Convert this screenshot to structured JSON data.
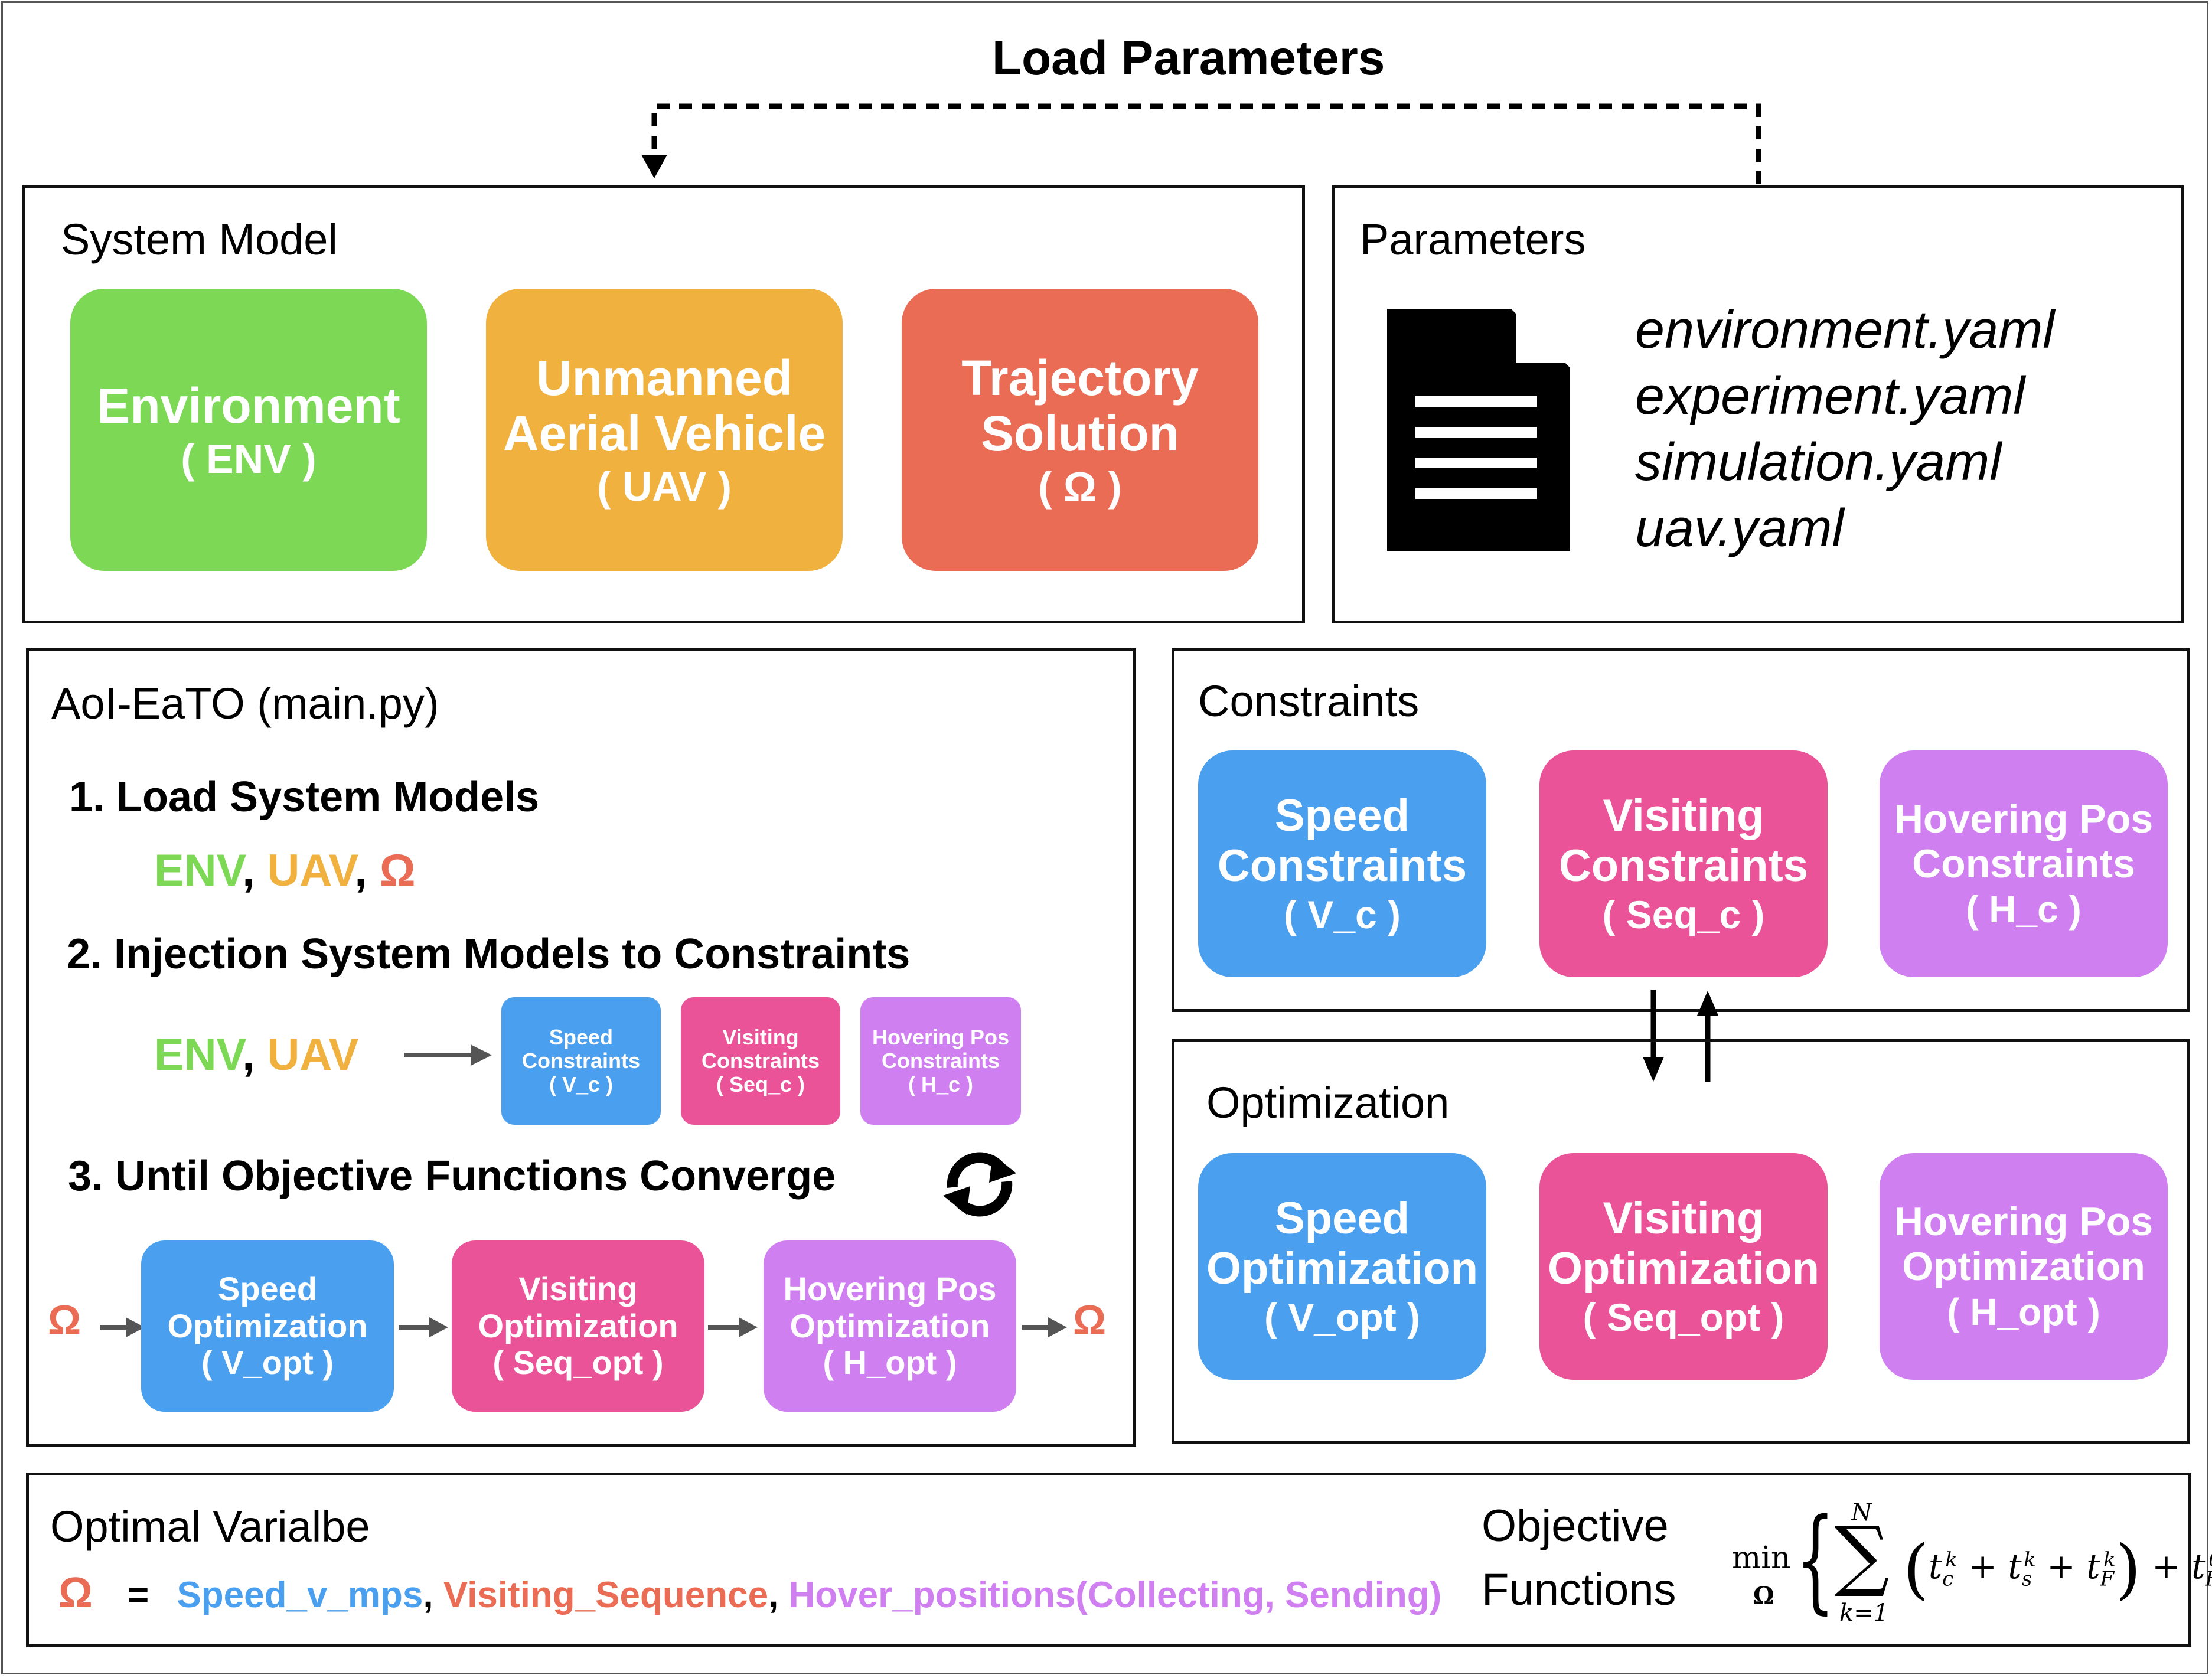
{
  "title": "Load Parameters",
  "system_model": {
    "title": "System Model",
    "environment": {
      "line1": "Environment",
      "line2": "( ENV )"
    },
    "uav": {
      "line1": "Unmanned",
      "line2": "Aerial Vehicle",
      "line3": "( UAV )"
    },
    "trajectory": {
      "line1": "Trajectory",
      "line2": "Solution",
      "line3": "( Ω )"
    }
  },
  "parameters": {
    "title": "Parameters",
    "files": [
      "environment.yaml",
      "experiment.yaml",
      "simulation.yaml",
      "uav.yaml"
    ]
  },
  "main": {
    "title": "AoI-EaTO (main.py)",
    "step1": "1.  Load System Models",
    "step1_items": {
      "env": "ENV",
      "uav": "UAV",
      "omega": "Ω",
      "sep": ","
    },
    "step2": "2.  Injection System Models to Constraints",
    "step2_items": {
      "env": "ENV",
      "uav": "UAV",
      "sep": ","
    },
    "step2_boxes": [
      {
        "line1": "Speed",
        "line2": "Constraints",
        "line3": "( V_c )"
      },
      {
        "line1": "Visiting",
        "line2": "Constraints",
        "line3": "( Seq_c )"
      },
      {
        "line1": "Hovering Pos",
        "line2": "Constraints",
        "line3": "( H_c )"
      }
    ],
    "step3": "3.  Until Objective Functions Converge",
    "step3_omega_in": "Ω",
    "step3_omega_out": "Ω",
    "step3_boxes": [
      {
        "line1": "Speed",
        "line2": "Optimization",
        "line3": "( V_opt )"
      },
      {
        "line1": "Visiting",
        "line2": "Optimization",
        "line3": "( Seq_opt )"
      },
      {
        "line1": "Hovering Pos",
        "line2": "Optimization",
        "line3": "( H_opt )"
      }
    ]
  },
  "constraints": {
    "title": "Constraints",
    "boxes": [
      {
        "line1": "Speed",
        "line2": "Constraints",
        "line3": "( V_c )"
      },
      {
        "line1": "Visiting",
        "line2": "Constraints",
        "line3": "( Seq_c )"
      },
      {
        "line1": "Hovering Pos",
        "line2": "Constraints",
        "line3": "( H_c )"
      }
    ]
  },
  "optimization": {
    "title": "Optimization",
    "boxes": [
      {
        "line1": "Speed",
        "line2": "Optimization",
        "line3": "( V_opt )"
      },
      {
        "line1": "Visiting",
        "line2": "Optimization",
        "line3": "( Seq_opt )"
      },
      {
        "line1": "Hovering Pos",
        "line2": "Optimization",
        "line3": "( H_opt )"
      }
    ]
  },
  "optimal_variable": {
    "title": "Optimal Varialbe",
    "omega": "Ω",
    "equals": "=",
    "speed": "Speed_v_mps",
    "visiting": "Visiting_Sequence",
    "hover": "Hover_positions(Collecting, Sending)",
    "comma": ","
  },
  "objective": {
    "line1": "Objective",
    "line2": "Functions",
    "min": "min",
    "min_sub": "Ω",
    "sum_upper": "N",
    "sum_lower": "k=1"
  },
  "colors": {
    "green": "#7dd955",
    "orange": "#f0b13f",
    "red": "#ea6c55",
    "blue": "#4aa0ef",
    "pink": "#ea5398",
    "violet": "#cf7ff0"
  }
}
